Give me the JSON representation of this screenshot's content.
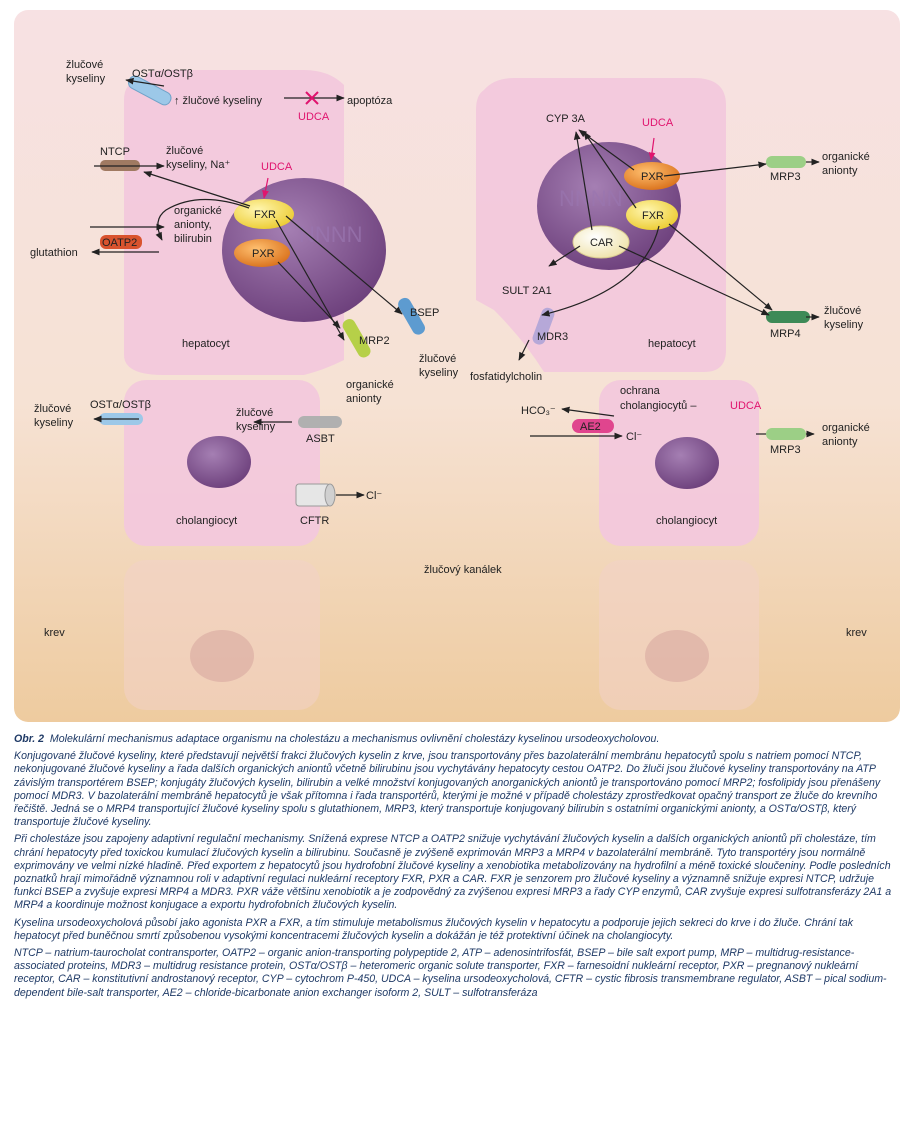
{
  "diagram": {
    "labels": {
      "zluc_kys_top_left": [
        "žlučové",
        "kyseliny"
      ],
      "ost_top": "OSTα/OSTβ",
      "zluc_kys_up": "↑ žlučové kyseliny",
      "apoptoza": "apoptóza",
      "udca_top": "UDCA",
      "ntcp": "NTCP",
      "zluc_na": [
        "žlučové",
        "kyseliny, Na⁺"
      ],
      "udca_left": "UDCA",
      "fxr_left": "FXR",
      "pxr_left": "PXR",
      "org_anionty_bili": [
        "organické",
        "anionty,",
        "bilirubin"
      ],
      "oatp2": "OATP2",
      "glutathion": "glutathion",
      "bsep": "BSEP",
      "mrp2": "MRP2",
      "zluc_kys_bsep": [
        "žlučové",
        "kyseliny"
      ],
      "org_anionty_mrp2": [
        "organické",
        "anionty"
      ],
      "hepatocyt_left": "hepatocyt",
      "cyp3a": "CYP 3A",
      "udca_right": "UDCA",
      "pxr_right": "PXR",
      "fxr_right": "FXR",
      "car": "CAR",
      "mrp3_top": "MRP3",
      "org_anionty_mrp3_top": [
        "organické",
        "anionty"
      ],
      "sult": "SULT 2A1",
      "mdr3": "MDR3",
      "fosfatidylcholin": "fosfatidylcholin",
      "hepatocyt_right": "hepatocyt",
      "mrp4": "MRP4",
      "zluc_kys_mrp4": [
        "žlučové",
        "kyseliny"
      ],
      "zluc_kys_chol_left": [
        "žlučové",
        "kyseliny"
      ],
      "ost_chol": "OSTα/OSTβ",
      "zluc_kys_asbt": [
        "žlučové",
        "kyseliny"
      ],
      "asbt": "ASBT",
      "cholangiocyt_left": "cholangiocyt",
      "cftr": "CFTR",
      "cl_left": "Cl⁻",
      "hco3": "HCO₃⁻",
      "ae2": "AE2",
      "cl_right": "Cl⁻",
      "ochrana": "ochrana",
      "ochrana_chol": "cholangiocytů –",
      "udca_chol": "UDCA",
      "mrp3_bottom": "MRP3",
      "org_anionty_mrp3_bottom": [
        "organické",
        "anionty"
      ],
      "cholangiocyt_right": "cholangiocyt",
      "zlucovy_kanalek": "žlučový kanálek",
      "krev_left": "krev",
      "krev_right": "krev",
      "nucleus_text": "NNNN"
    },
    "colors": {
      "cell": "#f2c8dc",
      "nucleus": "#7d4c8a",
      "fxr": "#f7df60",
      "pxr": "#e98a28",
      "car": "#fbf2c8",
      "oatp2": "#d9532e",
      "ntcp": "#a07a62",
      "mrp": "#9ccf86",
      "mrp4": "#3d8a57",
      "bsep": "#5d9bd0",
      "ost": "#9cc8e8",
      "ae2": "#e0458e",
      "udca": "#e0146e"
    }
  },
  "caption": {
    "title_bold": "Obr. 2",
    "title": "Molekulární mechanismus adaptace organismu na cholestázu a mechanismus ovlivnění cholestázy kyselinou ursodeoxycholovou.",
    "p1": "Konjugované žlučové kyseliny, které představují největší frakci žlučových kyselin z krve, jsou transportovány přes bazolaterální membránu hepatocytů spolu s natriem pomocí NTCP, nekonjugované žlučové kyseliny a řada dalších organických aniontů včetně bilirubinu jsou vychytávány hepatocyty cestou OATP2. Do žluči jsou žlučové kyseliny transportovány na ATP závislým transportérem BSEP; konjugáty žlučových kyselin, bilirubin a velké množství konjugovaných anorganických aniontů je transportováno pomocí MRP2; fosfolipidy jsou přenášeny pomocí MDR3. V bazolaterální membráně hepatocytů je však přítomna i řada transportérů, kterými je možné v případě cholestázy zprostředkovat opačný transport ze žluče do krevního řečiště. Jedná se o MRP4 transportující žlučové kyseliny spolu s glutathionem, MRP3, který transportuje konjugovaný bilirubin s ostatními organickými anionty, a OSTα/OSTβ, který transportuje žlučové kyseliny.",
    "p2": "Při cholestáze jsou zapojeny adaptivní regulační mechanismy. Snížená exprese NTCP a OATP2 snižuje vychytávání žlučových kyselin a dalších organických aniontů při cholestáze, tím chrání hepatocyty před toxickou kumulací žlučových kyselin a bilirubinu. Současně je zvýšeně exprimován MRP3 a MRP4 v bazolaterální membráně. Tyto transportéry jsou normálně exprimovány ve velmi nízké hladině. Před exportem z hepatocytů jsou hydrofobní žlučové kyseliny a xenobiotika metabolizovány na hydrofilní a méně toxické sloučeniny. Podle posledních poznatků hrají mimořádně významnou roli v adaptivní regulaci nukleární receptory FXR, PXR a CAR. FXR je senzorem pro žlučové kyseliny a významně snižuje expresi NTCP, udržuje funkci BSEP a zvyšuje expresi MRP4 a MDR3. PXR váže většinu xenobiotik a je zodpovědný za zvýšenou expresi MRP3 a řady CYP enzymů, CAR zvyšuje expresi sulfotransferázy 2A1 a MRP4 a koordinuje možnost konjugace a exportu hydrofobních žlučových kyselin.",
    "p3": "Kyselina ursodeoxycholová působí jako agonista PXR a FXR, a tím stimuluje metabolismus žlučových kyselin v hepatocytu a podporuje jejich sekreci do krve i do žluče. Chrání tak hepatocyt před buněčnou smrtí způsobenou vysokými koncentracemi žlučových kyselin a dokážán je též protektivní účinek na cholangiocyty.",
    "p4": "NTCP – natrium-taurocholat contransporter, OATP2 – organic anion-transporting polypeptide 2, ATP – adenosintrifosfát, BSEP – bile salt export pump, MRP – multidrug-resistance-associated proteins, MDR3 – multidrug resistance protein, OSTα/OSTβ – heteromeric organic solute transporter, FXR – farnesoidní nukleární receptor, PXR – pregnanový nukleární receptor, CAR – konstitutivní androstanový receptor, CYP – cytochrom P-450, UDCA – kyselina ursodeoxycholová, CFTR – cystic fibrosis transmembrane regulator, ASBT – pical sodium-dependent bile-salt transporter, AE2 – chloride-bicarbonate anion exchanger isoform 2, SULT – sulfotransferáza"
  }
}
